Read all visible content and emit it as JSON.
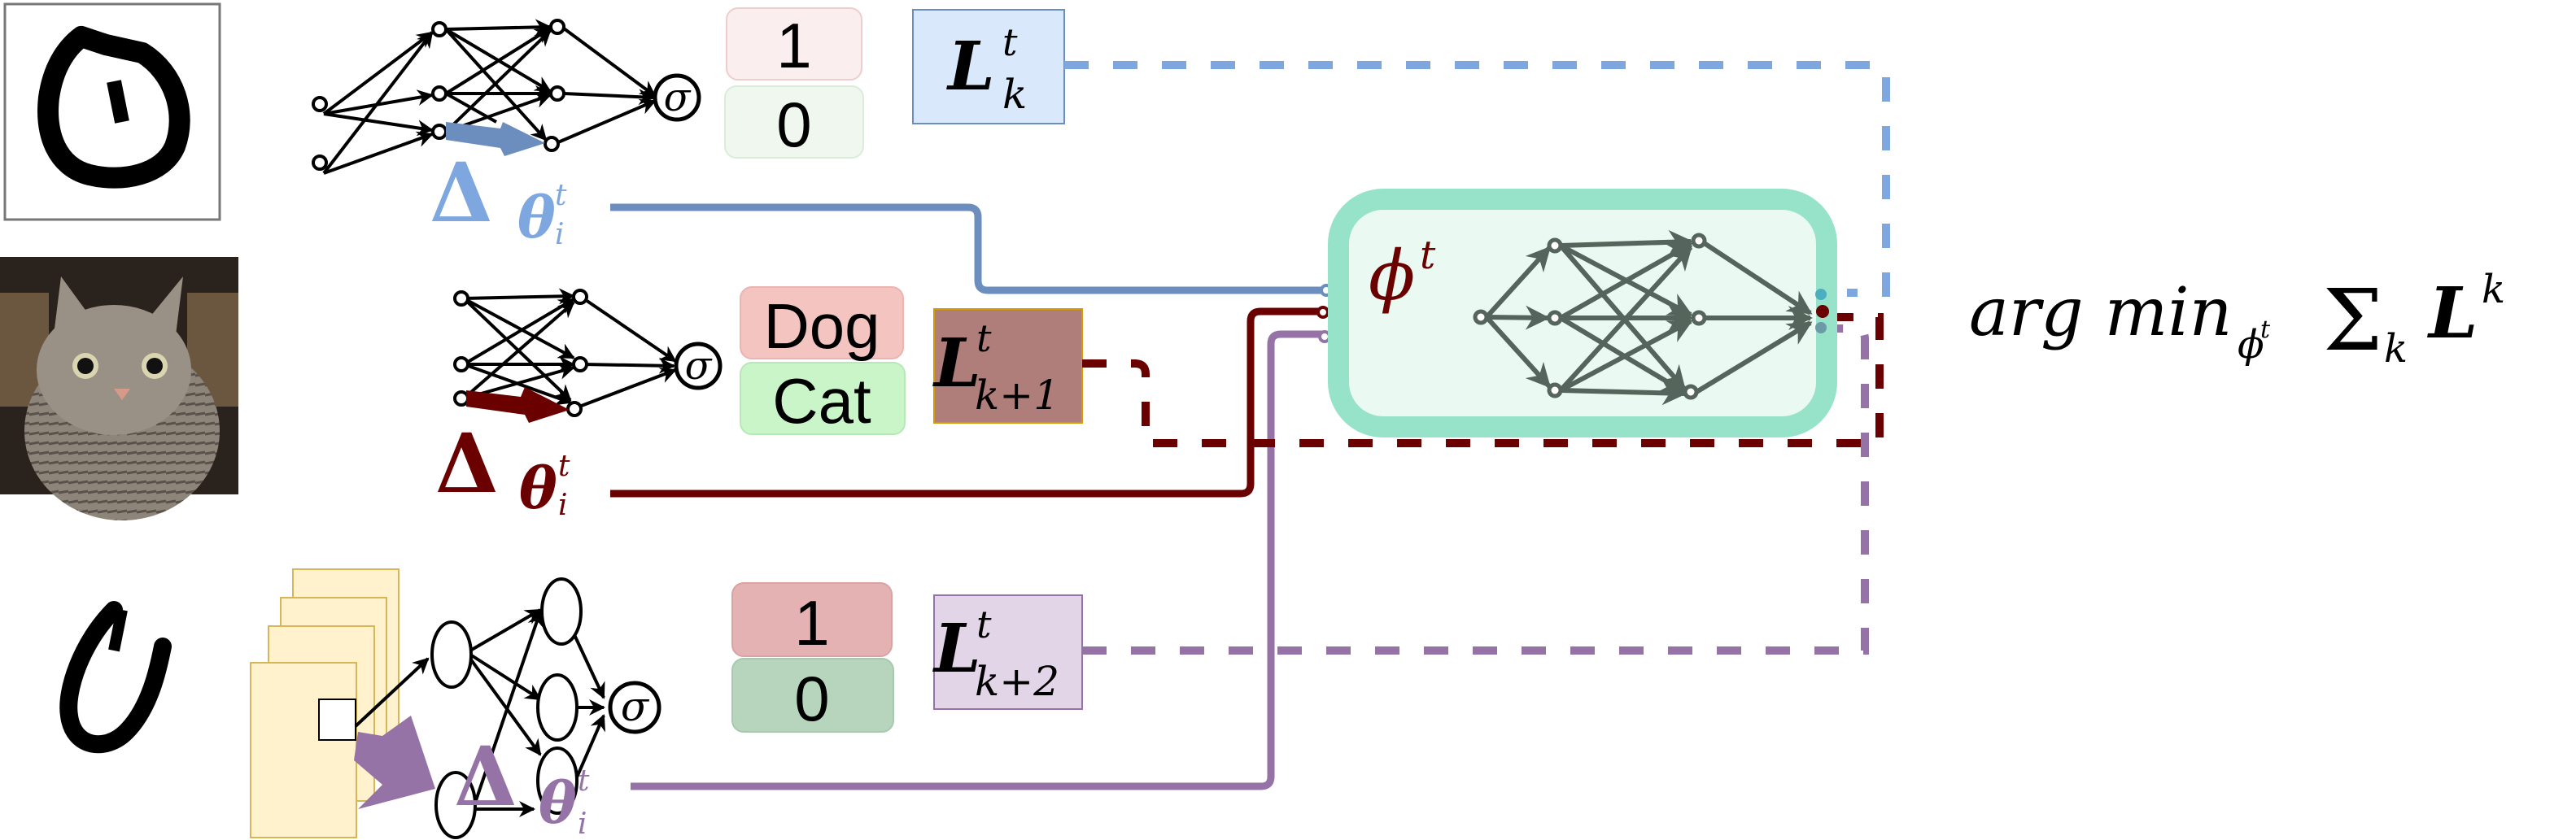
{
  "figure": {
    "title": "Meta-learning with task-specific parameter updates feeding a shared meta-network",
    "colors": {
      "task_k": "#7DA7DE",
      "task_k_line": "#6C8EBF",
      "task_k1": "#6B0000",
      "task_k2": "#9673A6",
      "meta_border": "#97E3C9",
      "meta_fill": "#EBF9F3",
      "meta_edge": "#56655C"
    }
  },
  "rows": [
    {
      "id": "task-k",
      "input": "handwritten digit 0 image",
      "network": "fully-connected network with sigmoid output",
      "output_labels": [
        "1",
        "0"
      ],
      "output_label_colors": [
        "#FBEEEE",
        "#EFF7EF"
      ],
      "loss": {
        "base": "L",
        "sup": "t",
        "sub": "k",
        "box_color": "#DAE8FC"
      },
      "delta": {
        "symbol": "Δ",
        "var": "θ",
        "sup": "t",
        "sub": "i"
      }
    },
    {
      "id": "task-k1",
      "input": "cat photo",
      "network": "fully-connected network with sigmoid output",
      "output_labels": [
        "Dog",
        "Cat"
      ],
      "output_label_colors": [
        "#F4C4C0",
        "#C9F5C9"
      ],
      "loss": {
        "base": "L",
        "sup": "t",
        "sub": "k+1",
        "box_color": "#B07E7A"
      },
      "delta": {
        "symbol": "Δ",
        "var": "θ",
        "sup": "t",
        "sub": "i"
      }
    },
    {
      "id": "task-k2",
      "input": "handwritten digit 0 image",
      "network": "convolutional network with sigmoid output",
      "output_labels": [
        "1",
        "0"
      ],
      "output_label_colors": [
        "#E4B2B2",
        "#B7D5BD"
      ],
      "loss": {
        "base": "L",
        "sup": "t",
        "sub": "k+2",
        "box_color": "#E1D5E7"
      },
      "delta": {
        "symbol": "Δ",
        "var": "θ",
        "sup": "t",
        "sub": "i"
      }
    }
  ],
  "sigma_symbol": "σ",
  "meta_network": {
    "symbol": "ϕ",
    "sup": "t"
  },
  "objective": {
    "argmin": "arg min",
    "sub": "ϕ",
    "sub_sup": "t",
    "sum": "Σ",
    "sum_sub": "k",
    "loss": "L",
    "loss_sup": "k"
  }
}
